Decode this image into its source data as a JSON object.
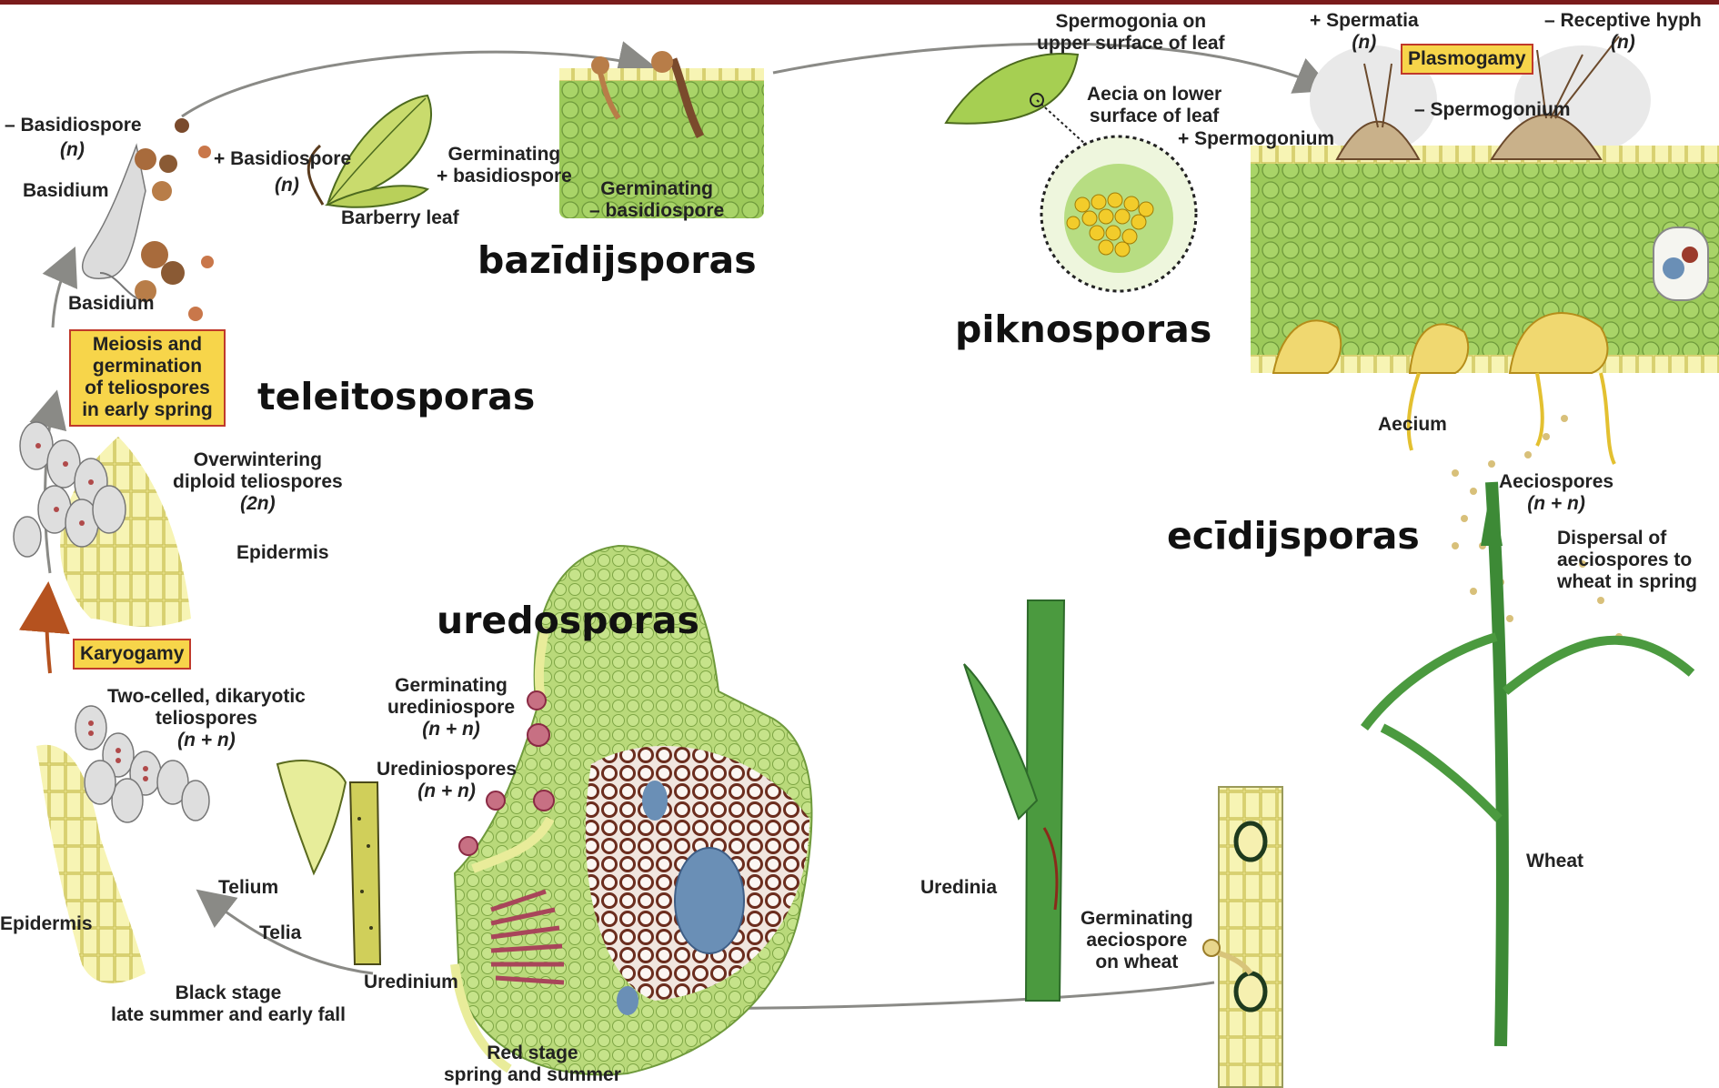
{
  "stage_names": {
    "basidiospores": "bazīdijsporas",
    "pycniospores": "piknosporas",
    "teliospores": "teleitosporas",
    "aeciospores": "ecīdijsporas",
    "urediniospores": "uredosporas"
  },
  "boxes": {
    "meiosis": [
      "Meiosis and",
      "germination",
      "of teliospores",
      "in early spring"
    ],
    "plasmogamy": "Plasmogamy",
    "karyogamy": "Karyogamy"
  },
  "labels": {
    "minus_basidiospore": "– Basidiospore",
    "minus_basidiospore_n": "(n)",
    "basidium_top": "Basidium",
    "plus_basidiospore": "+ Basidiospore",
    "plus_basidiospore_n": "(n)",
    "basidium_lower": "Basidium",
    "barberry_leaf": "Barberry leaf",
    "germ_plus": [
      "Germinating",
      "+ basidiospore"
    ],
    "germ_minus": [
      "Germinating",
      "– basidiospore"
    ],
    "spermogonia_upper": [
      "Spermogonia on",
      "upper surface of leaf"
    ],
    "aecia_lower": [
      "Aecia on lower",
      "surface of leaf"
    ],
    "plus_spermogonium": "+ Spermogonium",
    "plus_spermatia": [
      "+ Spermatia",
      "(n)"
    ],
    "receptive": [
      "– Receptive hyph",
      "(n)"
    ],
    "minus_spermogonium": "– Spermogonium",
    "aecium": "Aecium",
    "aeciospores": [
      "Aeciospores",
      "(n + n)"
    ],
    "dispersal": [
      "Dispersal of",
      "aeciospores to",
      "wheat in spring"
    ],
    "wheat": "Wheat",
    "overwintering": [
      "Overwintering",
      "diploid teliospores",
      "(2n)"
    ],
    "epidermis_top": "Epidermis",
    "two_celled": [
      "Two-celled, dikaryotic",
      "teliospores",
      "(n + n)"
    ],
    "epidermis_bottom": "Epidermis",
    "telium": "Telium",
    "telia": "Telia",
    "black_stage": [
      "Black stage",
      "late summer and early fall"
    ],
    "germ_urediniospore": [
      "Germinating",
      "urediniospore",
      "(n + n)"
    ],
    "urediniospores": [
      "Urediniospores",
      "(n + n)"
    ],
    "uredinium": "Uredinium",
    "red_stage": [
      "Red stage",
      "spring and summer"
    ],
    "uredinia": "Uredinia",
    "germ_aeciospore": [
      "Germinating",
      "aeciospore",
      "on wheat"
    ]
  },
  "colors": {
    "top_rule": "#7a1b1b",
    "leaf_green": "#9cc95a",
    "cell_green": "#8fc25a",
    "epidermis_yellow": "#f4f0a0",
    "tissue_brown": "#6b2d1e",
    "spore_red": "#b5485a",
    "aecium_yellow": "#f2cc2b",
    "box_yellow": "#f7d54a",
    "box_border": "#c0392b",
    "wheat_green": "#3d8a36",
    "arrow_gray": "#8a8a86"
  }
}
